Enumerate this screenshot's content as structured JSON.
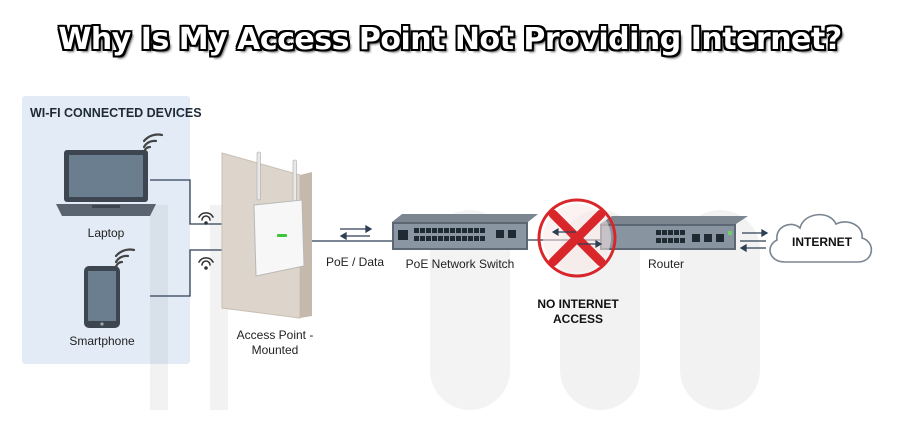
{
  "title": "Why Is My Access Point Not Providing Internet?",
  "panel": {
    "title": "WI-FI CONNECTED DEVICES"
  },
  "devices": {
    "laptop": "Laptop",
    "smartphone": "Smartphone"
  },
  "access_point": {
    "line1": "Access Point -",
    "line2": "Mounted"
  },
  "link_label": "PoE / Data",
  "switch_label": "PoE Network Switch",
  "router_label": "Router",
  "status": {
    "line1": "NO INTERNET",
    "line2": "ACCESS"
  },
  "internet_label": "INTERNET",
  "colors": {
    "cross": "#d9262b",
    "ap_led": "#3cc43c",
    "device_dark": "#3d4650",
    "switch_body": "#5b6772"
  }
}
